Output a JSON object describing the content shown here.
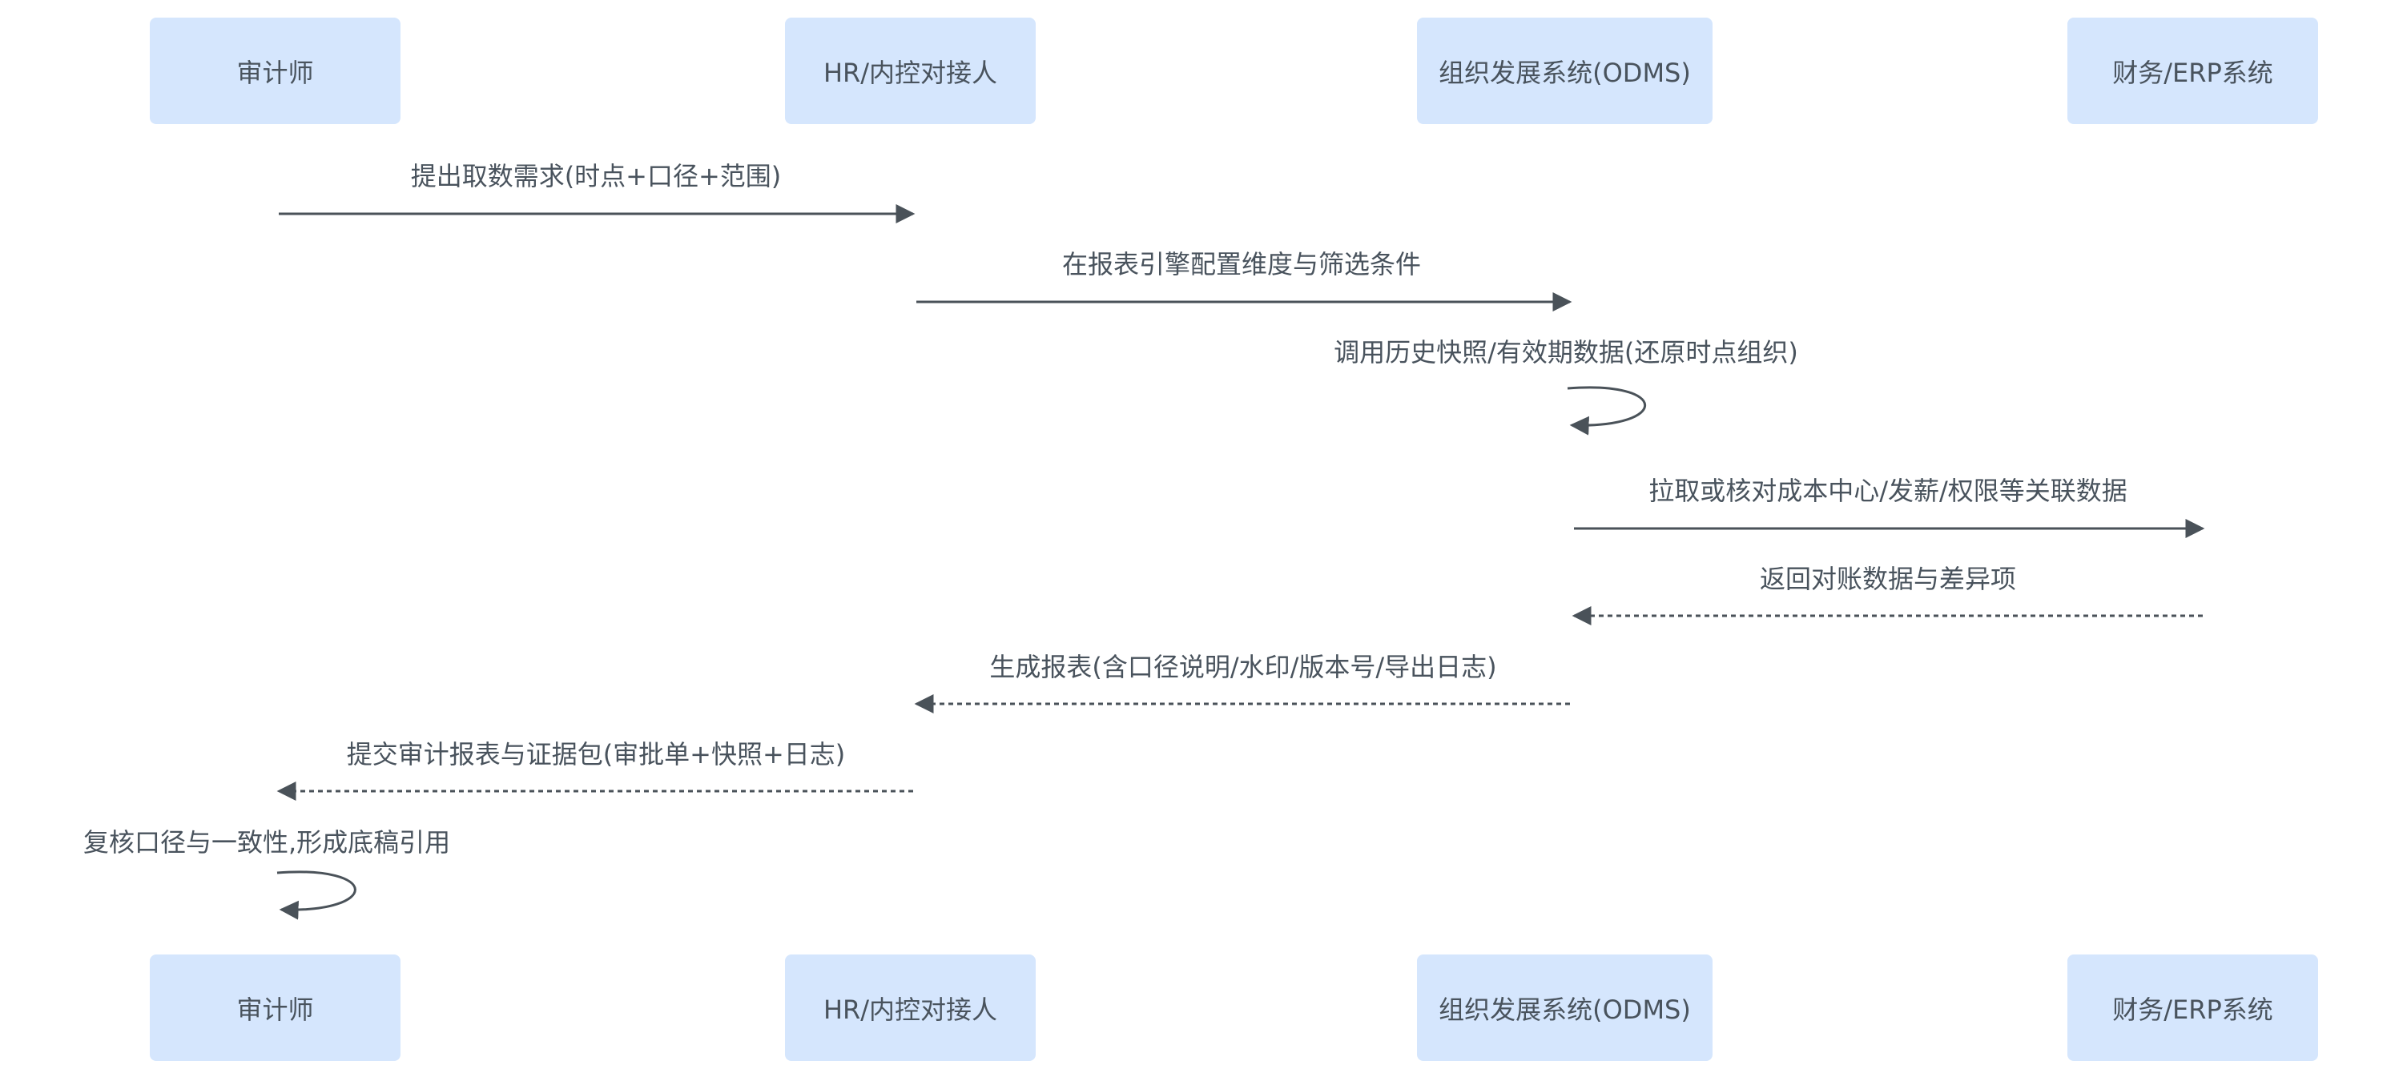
{
  "participants": [
    {
      "id": "auditor",
      "label": "审计师"
    },
    {
      "id": "hr",
      "label": "HR/内控对接人"
    },
    {
      "id": "odms",
      "label": "组织发展系统(ODMS)"
    },
    {
      "id": "erp",
      "label": "财务/ERP系统"
    }
  ],
  "messages": [
    {
      "from": "auditor",
      "to": "hr",
      "style": "solid",
      "label": "提出取数需求(时点+口径+范围)"
    },
    {
      "from": "hr",
      "to": "odms",
      "style": "solid",
      "label": "在报表引擎配置维度与筛选条件"
    },
    {
      "from": "odms",
      "to": "odms",
      "style": "self",
      "label": "调用历史快照/有效期数据(还原时点组织)"
    },
    {
      "from": "odms",
      "to": "erp",
      "style": "solid",
      "label": "拉取或核对成本中心/发薪/权限等关联数据"
    },
    {
      "from": "erp",
      "to": "odms",
      "style": "dashed",
      "label": "返回对账数据与差异项"
    },
    {
      "from": "odms",
      "to": "hr",
      "style": "dashed",
      "label": "生成报表(含口径说明/水印/版本号/导出日志)"
    },
    {
      "from": "hr",
      "to": "auditor",
      "style": "dashed",
      "label": "提交审计报表与证据包(审批单+快照+日志)"
    },
    {
      "from": "auditor",
      "to": "auditor",
      "style": "self",
      "label": "复核口径与一致性,形成底稿引用"
    }
  ],
  "colors": {
    "actor_fill": "#d5e6fd",
    "text": "#49535d",
    "line": "#4a5259"
  }
}
